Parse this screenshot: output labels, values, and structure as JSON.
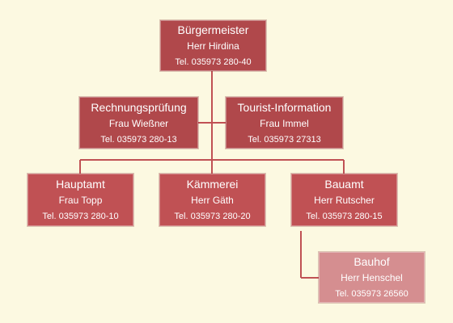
{
  "colors": {
    "background": "#fcf9e1",
    "box_dark": "#b0484b",
    "box_mid": "#c05154",
    "box_light": "#d58e90",
    "connector": "#c05154"
  },
  "nodes": {
    "mayor": {
      "title": "Bürgermeister",
      "person": "Herr Hirdina",
      "phone": "Tel. 035973 280-40"
    },
    "audit": {
      "title": "Rechnungsprüfung",
      "person": "Frau Wießner",
      "phone": "Tel. 035973 280-13"
    },
    "tourist": {
      "title": "Tourist-Information",
      "person": "Frau Immel",
      "phone": "Tel. 035973 27313"
    },
    "main_office": {
      "title": "Hauptamt",
      "person": "Frau Topp",
      "phone": "Tel. 035973 280-10"
    },
    "treasury": {
      "title": "Kämmerei",
      "person": "Herr Gäth",
      "phone": "Tel. 035973 280-20"
    },
    "building": {
      "title": "Bauamt",
      "person": "Herr Rutscher",
      "phone": "Tel. 035973 280-15"
    },
    "yard": {
      "title": "Bauhof",
      "person": "Herr Henschel",
      "phone": "Tel. 035973 26560"
    }
  }
}
